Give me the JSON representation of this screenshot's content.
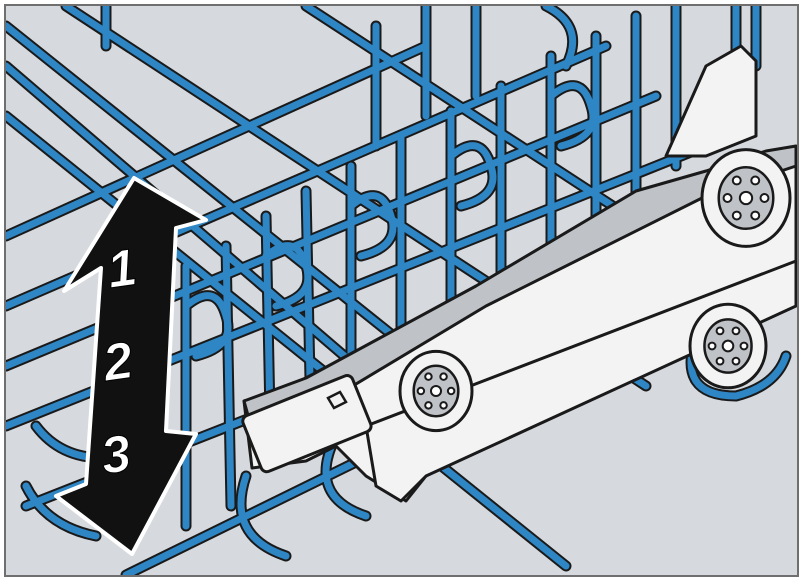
{
  "colors": {
    "background": "#d6d9de",
    "rack_wire": "#2f86c4",
    "rack_outline": "#1a1a1a",
    "rail": "#f3f3f3",
    "rail_shadow": "#bfc2c6",
    "arrow": "#111111",
    "border": "#6f6f6f"
  },
  "arrow": {
    "direction": "up-down",
    "positions": [
      "1",
      "2",
      "3"
    ]
  },
  "icons": [
    "double-arrow-icon",
    "wheel-icon",
    "adjust-lever-icon"
  ]
}
